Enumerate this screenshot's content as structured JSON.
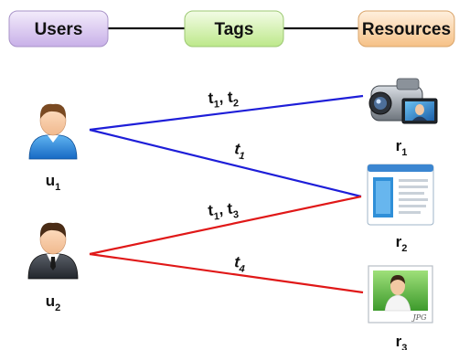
{
  "headers": {
    "users": "Users",
    "tags": "Tags",
    "resources": "Resources"
  },
  "users": [
    {
      "base": "u",
      "sub": "1"
    },
    {
      "base": "u",
      "sub": "2"
    }
  ],
  "resources": [
    {
      "base": "r",
      "sub": "1",
      "icon": "camcorder-icon"
    },
    {
      "base": "r",
      "sub": "2",
      "icon": "document-icon"
    },
    {
      "base": "r",
      "sub": "3",
      "icon": "jpg-photo-icon"
    }
  ],
  "edges": [
    {
      "from": "u1",
      "to": "r1",
      "color": "#1e1ed8",
      "label": [
        {
          "base": "t",
          "sub": "1",
          "italic": false
        },
        {
          "sep": ", "
        },
        {
          "base": "t",
          "sub": "2",
          "italic": false
        }
      ]
    },
    {
      "from": "u1",
      "to": "r2",
      "color": "#1e1ed8",
      "label": [
        {
          "base": "t",
          "sub": "1",
          "italic": true
        }
      ]
    },
    {
      "from": "u2",
      "to": "r2",
      "color": "#e01818",
      "label": [
        {
          "base": "t",
          "sub": "1",
          "italic": false
        },
        {
          "sep": ", "
        },
        {
          "base": "t",
          "sub": "3",
          "italic": false
        }
      ]
    },
    {
      "from": "u2",
      "to": "r3",
      "color": "#e01818",
      "label": [
        {
          "base": "t",
          "sub": "4",
          "italic": true
        }
      ]
    }
  ],
  "photo_caption": "JPG",
  "colors": {
    "users_header": "#d9c7f0",
    "tags_header": "#d6f2b2",
    "resources_header": "#fbd9b0",
    "blue_edge": "#1e1ed8",
    "red_edge": "#e01818"
  }
}
